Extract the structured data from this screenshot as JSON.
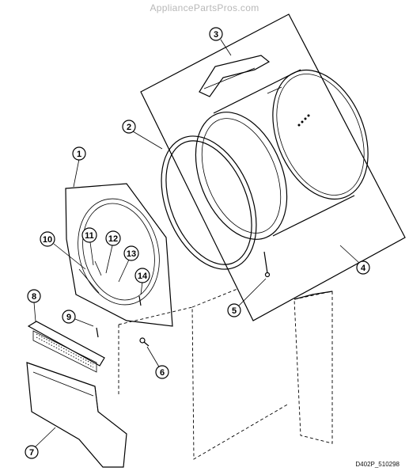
{
  "watermark": "AppliancePartsPros.com",
  "footer_code": "D402P_510298",
  "callouts": [
    {
      "id": "callout-1",
      "label": "1"
    },
    {
      "id": "callout-2",
      "label": "2"
    },
    {
      "id": "callout-3",
      "label": "3"
    },
    {
      "id": "callout-4",
      "label": "4"
    },
    {
      "id": "callout-5",
      "label": "5"
    },
    {
      "id": "callout-6",
      "label": "6"
    },
    {
      "id": "callout-7",
      "label": "7"
    },
    {
      "id": "callout-8",
      "label": "8"
    },
    {
      "id": "callout-9",
      "label": "9"
    },
    {
      "id": "callout-10",
      "label": "10"
    },
    {
      "id": "callout-11",
      "label": "11"
    },
    {
      "id": "callout-12",
      "label": "12"
    },
    {
      "id": "callout-13",
      "label": "13"
    },
    {
      "id": "callout-14",
      "label": "14"
    }
  ]
}
